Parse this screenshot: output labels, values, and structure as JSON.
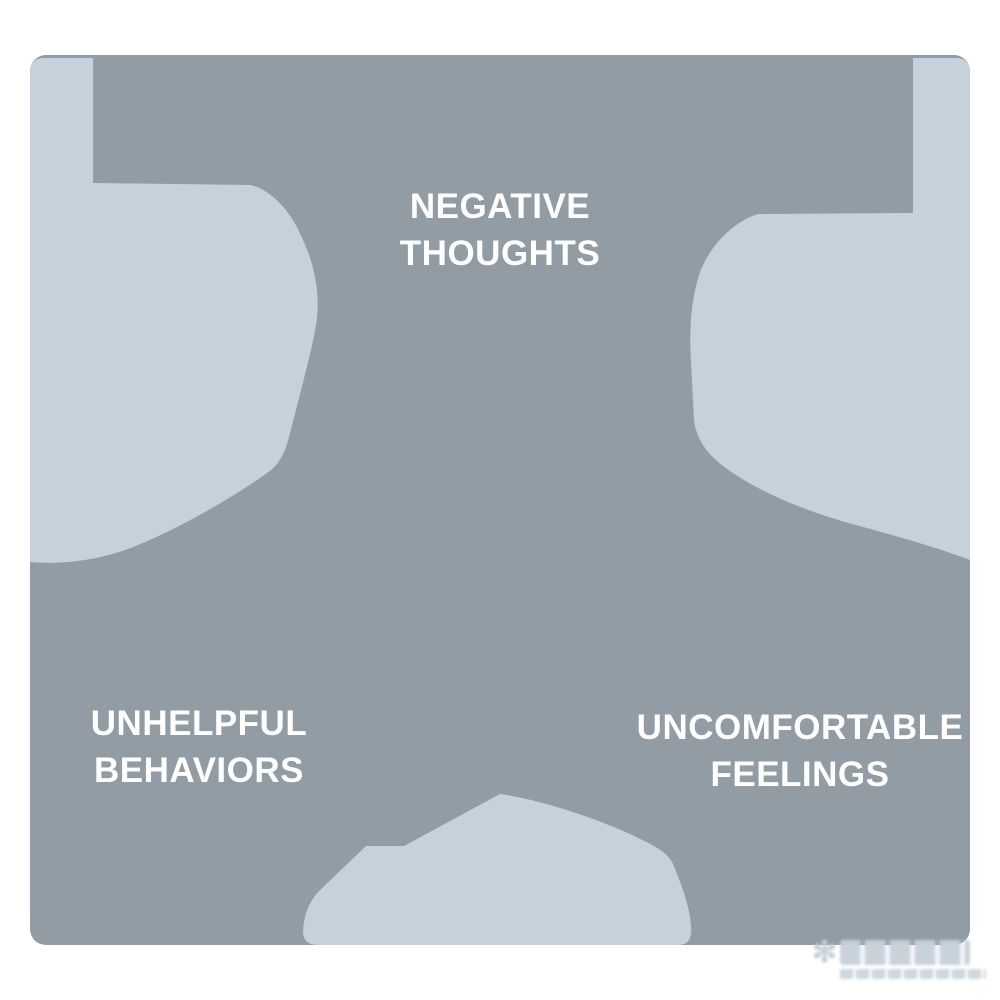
{
  "diagram": {
    "type": "cycle",
    "topic": "CBT cycle",
    "background": "#ffffff",
    "colors": {
      "node_fill": "#919CA5",
      "ribbon_fill": "#C5D1DB",
      "label_text": "#FFFFFF",
      "watermark": "#C6D0D9"
    },
    "nodes": [
      {
        "id": "negative-thoughts",
        "position": "top",
        "lines": [
          "NEGATIVE",
          "THOUGHTS"
        ]
      },
      {
        "id": "unhelpful-behaviors",
        "position": "bottom-left",
        "lines": [
          "UNHELPFUL",
          "BEHAVIORS"
        ]
      },
      {
        "id": "uncomfortable-feelings",
        "position": "bottom-right",
        "lines": [
          "UNCOMFORTABLE",
          "FEELINGS"
        ]
      }
    ],
    "arrows": [
      {
        "id": "cycle-arrow-left",
        "between": [
          "negative-thoughts",
          "unhelpful-behaviors"
        ]
      },
      {
        "id": "cycle-arrow-bottom",
        "between": [
          "unhelpful-behaviors",
          "uncomfortable-feelings"
        ]
      },
      {
        "id": "cycle-arrow-right",
        "between": [
          "uncomfortable-feelings",
          "negative-thoughts"
        ]
      }
    ],
    "watermark_note": "illegible light-gray logo in bottom-right corner"
  }
}
